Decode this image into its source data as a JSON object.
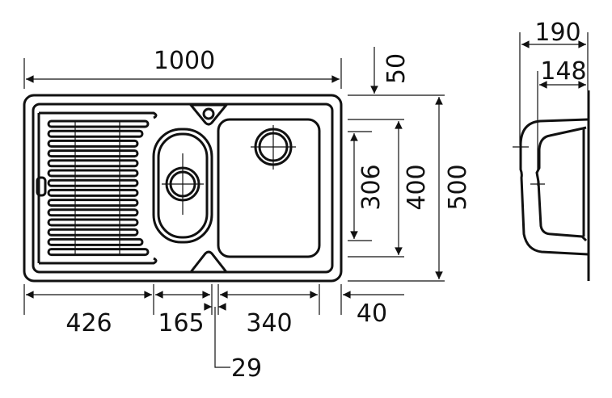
{
  "title": "Sink dimension drawing",
  "dimensions": {
    "overall_length": "1000",
    "tap_offset": "50",
    "overall_depth": "190",
    "bowl_depth": "148",
    "small_bowl_width": "306",
    "large_bowl_width": "400",
    "overall_width": "500",
    "drainer_length": "426",
    "small_bowl_length": "165",
    "large_bowl_length": "340",
    "end_margin": "40",
    "divider": "29"
  },
  "colors": {
    "line": "#111111",
    "background": "#ffffff"
  }
}
